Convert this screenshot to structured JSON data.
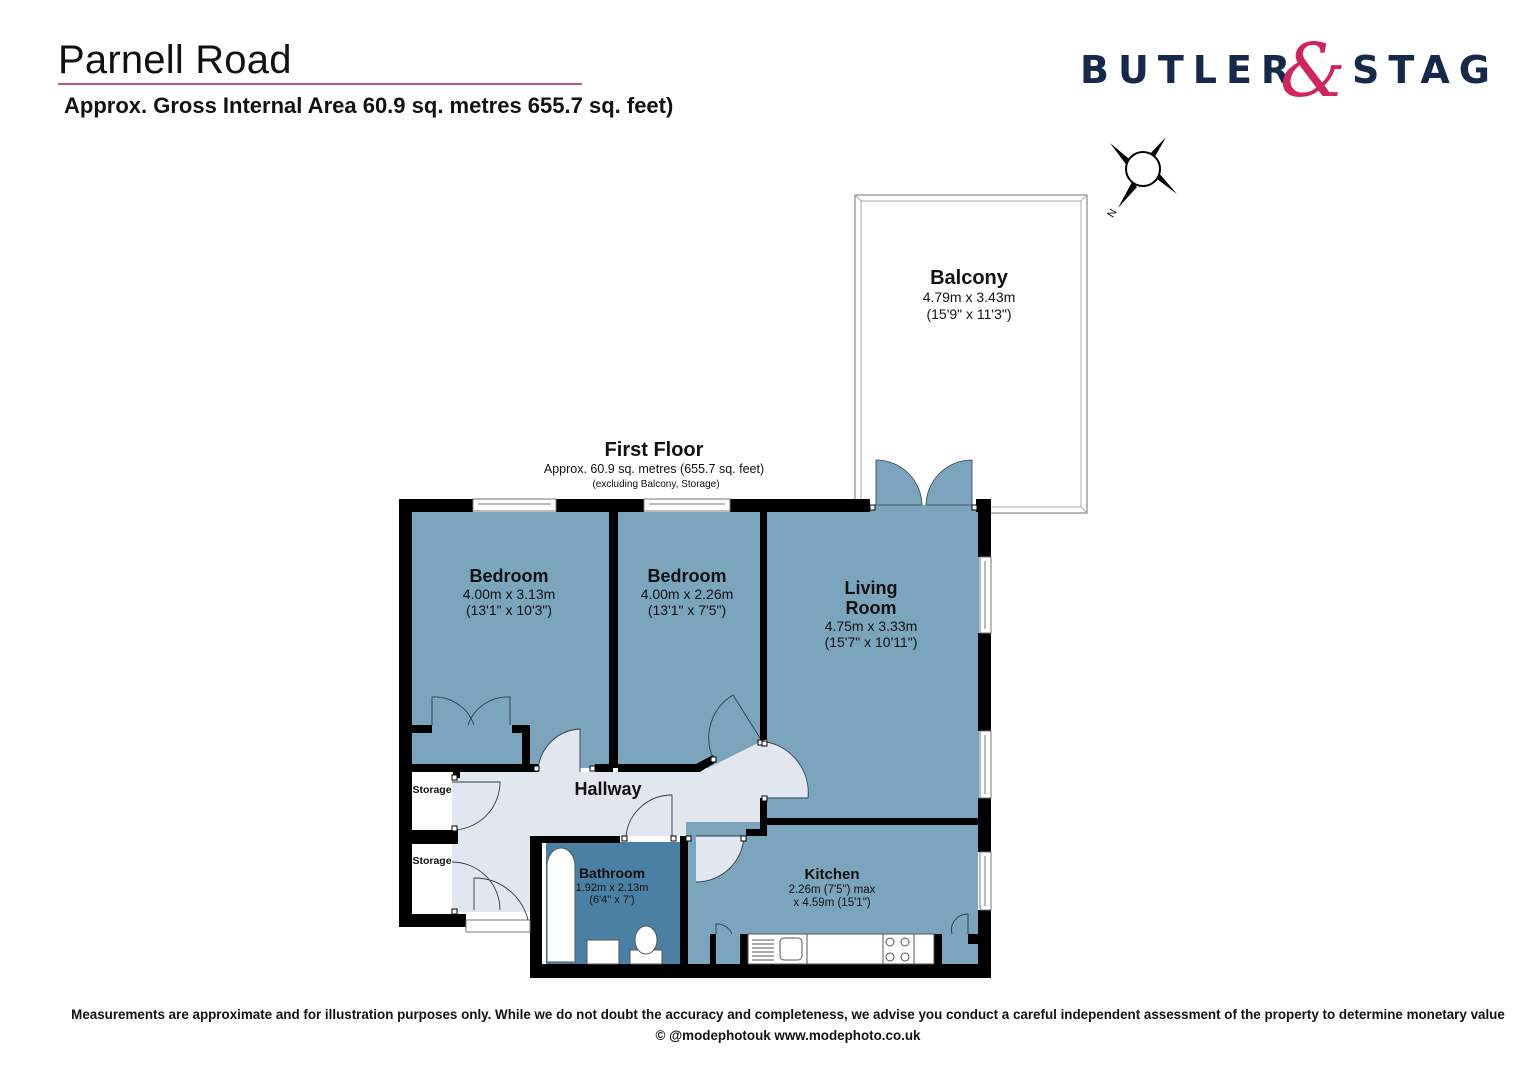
{
  "header": {
    "title": "Parnell Road",
    "subtitle": "Approx. Gross Internal Area 60.9 sq. metres 655.7 sq. feet)"
  },
  "logo": {
    "word_left": "BUTLER",
    "ampersand": "&",
    "word_right": "STAG",
    "colors": {
      "text": "#17294a",
      "ampersand": "#d2245c"
    }
  },
  "compass": {
    "north_label": "N"
  },
  "floor": {
    "name": "First Floor",
    "area": "Approx. 60.9 sq. metres (655.7 sq. feet)",
    "note": "(excluding Balcony, Storage)"
  },
  "rooms": {
    "balcony": {
      "name": "Balcony",
      "metric": "4.79m x 3.43m",
      "imperial": "(15'9\" x 11'3\")"
    },
    "bedroom1": {
      "name": "Bedroom",
      "metric": "4.00m x 3.13m",
      "imperial": "(13'1\" x 10'3\")"
    },
    "bedroom2": {
      "name": "Bedroom",
      "metric": "4.00m x 2.26m",
      "imperial": "(13'1\" x 7'5\")"
    },
    "living": {
      "name_line1": "Living",
      "name_line2": "Room",
      "metric": "4.75m x 3.33m",
      "imperial": "(15'7\" x 10'11\")"
    },
    "hallway": {
      "name": "Hallway"
    },
    "storage1": {
      "name": "Storage"
    },
    "storage2": {
      "name": "Storage"
    },
    "bathroom": {
      "name": "Bathroom",
      "metric": "1.92m x 2.13m",
      "imperial": "(6'4\" x 7')"
    },
    "kitchen": {
      "name": "Kitchen",
      "line1": "2.26m (7'5\") max",
      "line2": "x 4.59m (15'1\")"
    }
  },
  "colors": {
    "room_fill": "#7ba4bd",
    "hallway_fill": "#e2e7ef",
    "bathroom_fill": "#4a80a4",
    "wall": "#000000",
    "title_rule": "#c0577d"
  },
  "footer": {
    "disclaimer": "Measurements are approximate and for illustration purposes only. While we do not doubt the accuracy and completeness, we advise you conduct a careful independent assessment of the property to determine monetary value",
    "credit": "© @modephotouk www.modephoto.co.uk"
  }
}
